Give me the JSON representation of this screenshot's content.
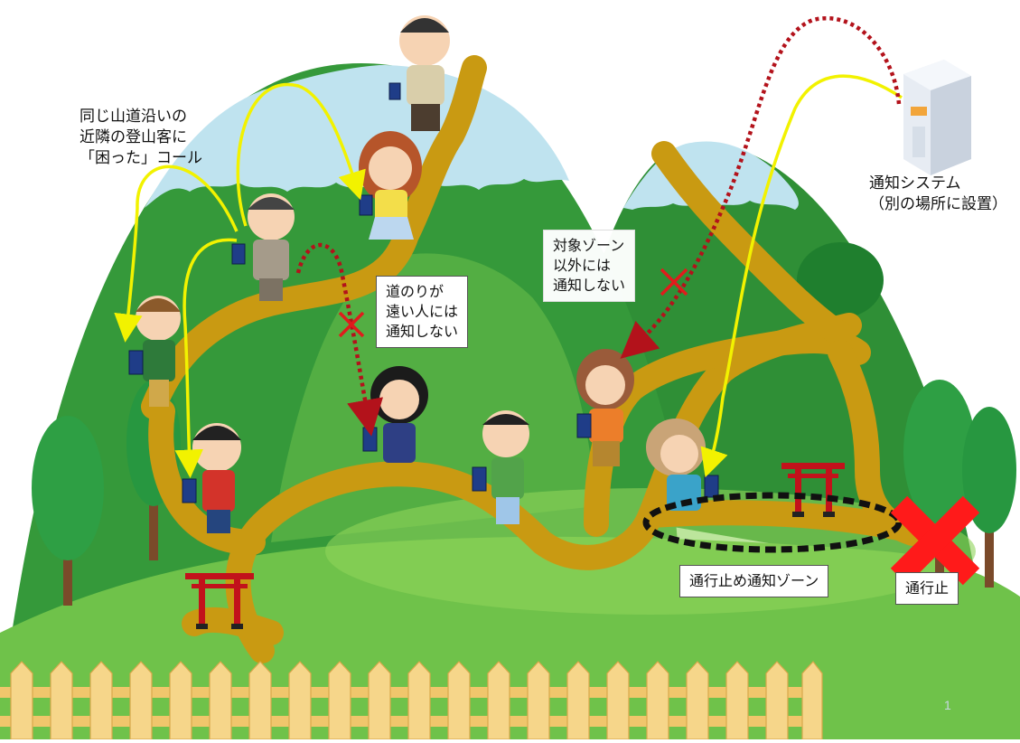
{
  "annotations": {
    "call_note": "同じ山道沿いの\n近隣の登山客に\n「困った」コール",
    "system_note": "通知システム\n（別の場所に設置）",
    "far_note": "道のりが\n遠い人には\n通知しない",
    "zone_note": "対象ゾーン\n以外には\n通知しない",
    "zone_label": "通行止め通知ゾーン",
    "closed_label": "通行止",
    "page_number": "1"
  },
  "colors": {
    "notify_arrow": "#f2f200",
    "blocked_arrow": "#b3121b",
    "trail": "#c99a12",
    "cross": "#ff1a1a",
    "mountain_green": "#3fa33b"
  },
  "icons": [
    "server-icon",
    "tablet-icon",
    "torii-icon",
    "tree-icon",
    "fence-icon",
    "blocked-cross-icon"
  ]
}
